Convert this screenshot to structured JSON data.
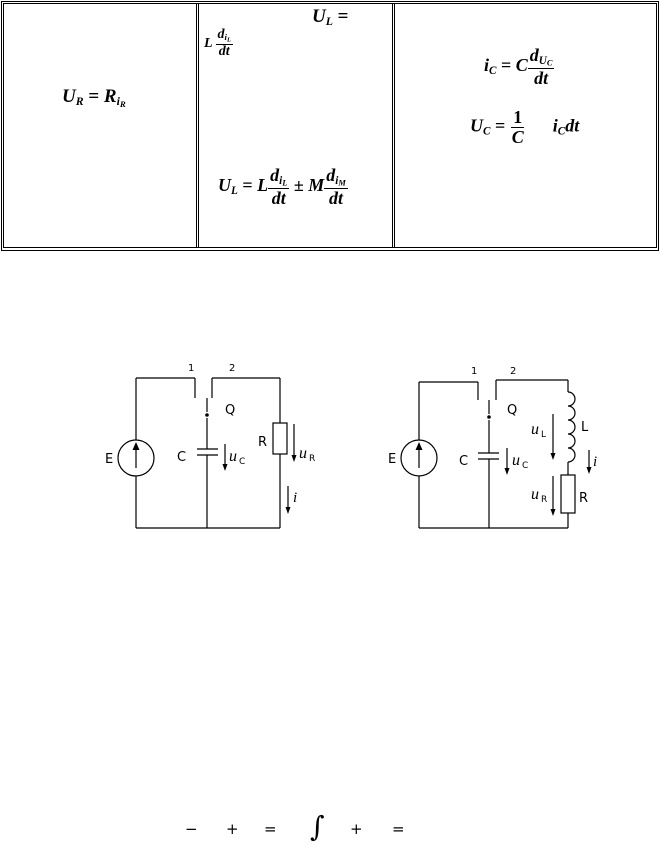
{
  "formula_table": {
    "col1": {
      "ur_lhs": "U",
      "ur_lhs_sub": "R",
      "ur_eq": "=",
      "ur_rhs": "R",
      "ur_rhs_sub": "i",
      "ur_rhs_subsub": "R"
    },
    "col2": {
      "ul1_lhs": "U",
      "ul1_lhs_sub": "L",
      "ul1_eq": "=",
      "ul1_coef": "L",
      "ul1_num": "d",
      "ul1_num_sub": "i",
      "ul1_num_subsub": "L",
      "ul1_den": "dt",
      "ul2_lhs": "U",
      "ul2_lhs_sub": "L",
      "ul2_eq": "=",
      "ul2_coef": "L",
      "ul2_num": "d",
      "ul2_num_sub": "i",
      "ul2_num_subsub": "L",
      "ul2_den": "dt",
      "ul2_pm": "±",
      "ul2_m": "M",
      "ul2_num2": "d",
      "ul2_num2_sub": "i",
      "ul2_num2_subsub": "M",
      "ul2_den2": "dt"
    },
    "col3": {
      "ic_lhs": "i",
      "ic_lhs_sub": "C",
      "ic_eq": "=",
      "ic_coef": "C",
      "ic_num": "d",
      "ic_num_sub": "U",
      "ic_num_subsub": "C",
      "ic_den": "dt",
      "uc_lhs": "U",
      "uc_lhs_sub": "C",
      "uc_eq": "=",
      "uc_num": "1",
      "uc_den": "C",
      "uc_tail": "i",
      "uc_tail_sub": "C",
      "uc_tail_dt": "dt"
    }
  },
  "circuit_left": {
    "node1": "1",
    "node2": "2",
    "switch": "Q",
    "source": "E",
    "capacitor": "C",
    "uc": "u",
    "uc_sub": "C",
    "resistor": "R",
    "ur": "u",
    "ur_sub": "R",
    "current": "i"
  },
  "circuit_right": {
    "node1": "1",
    "node2": "2",
    "switch": "Q",
    "source": "E",
    "capacitor": "C",
    "uc": "u",
    "uc_sub": "C",
    "ul": "u",
    "ul_sub": "L",
    "inductor": "L",
    "current": "i",
    "ur": "u",
    "ur_sub": "R",
    "resistor": "R"
  },
  "bottom_equation": {
    "minus": "−",
    "plus1": "+",
    "eq1": "=",
    "integral": "∫",
    "plus2": "+",
    "eq2": "="
  }
}
